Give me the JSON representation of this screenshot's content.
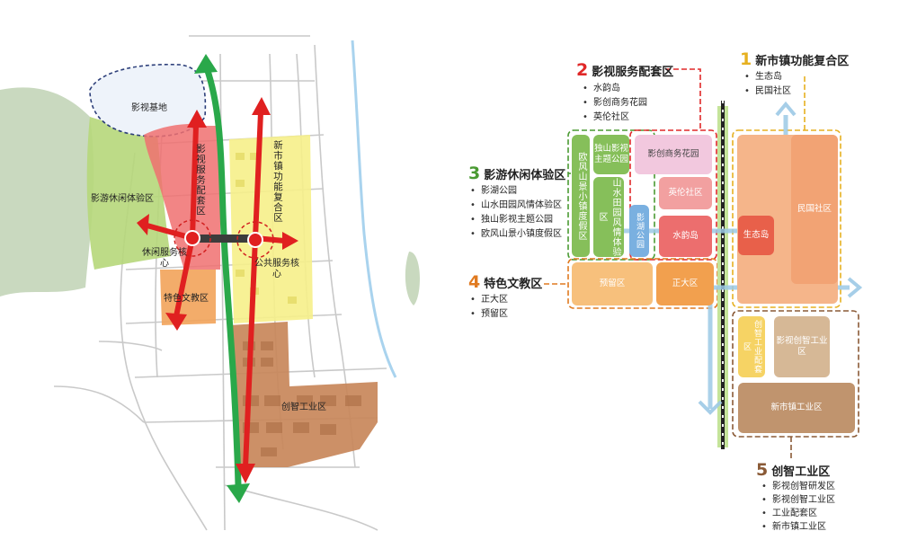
{
  "map": {
    "labels": {
      "film_base": "影视基地",
      "film_service": "影视服务配套区",
      "new_town": "新市镇功能复合区",
      "tourism_leisure": "影游休闲体验区",
      "leisure_core": "休闲服务核心",
      "public_core": "公共服务核心",
      "culture_edu": "特色文教区",
      "innovation_industry": "创智工业区"
    },
    "colors": {
      "film_service": "#f07070",
      "new_town": "#f6ef8a",
      "tourism": "#b6d77a",
      "culture_edu": "#f2a35a",
      "industry": "#c8875a",
      "green_axis": "#2aa84a",
      "red_axis": "#e02020"
    }
  },
  "diagram": {
    "sections": [
      {
        "num": "1",
        "num_color": "#e6b020",
        "title": "新市镇功能复合区",
        "items": [
          "生态岛",
          "民国社区"
        ]
      },
      {
        "num": "2",
        "num_color": "#e02828",
        "title": "影视服务配套区",
        "items": [
          "水韵岛",
          "影创商务花园",
          "英伦社区"
        ]
      },
      {
        "num": "3",
        "num_color": "#4a9a32",
        "title": "影游休闲体验区",
        "items": [
          "影湖公园",
          "山水田园风情体验区",
          "独山影视主题公园",
          "欧风山景小镇度假区"
        ]
      },
      {
        "num": "4",
        "num_color": "#e07a20",
        "title": "特色文教区",
        "items": [
          "正大区",
          "预留区"
        ]
      },
      {
        "num": "5",
        "num_color": "#8a5a36",
        "title": "创智工业区",
        "items": [
          "影视创智研发区",
          "影视创智工业区",
          "工业配套区",
          "新市镇工业区"
        ]
      }
    ],
    "zones": {
      "oufeng": "欧风山景小镇度假区",
      "dushan": "独山影视主题公园",
      "shanshui": "山水田园风情体验区",
      "yinghu": "影湖公园",
      "yingchuang": "影创商务花园",
      "yinglun": "英伦社区",
      "shuiyun": "水韵岛",
      "yuliu": "预留区",
      "zhengda": "正大区",
      "shengtai": "生态岛",
      "minguo": "民国社区",
      "chuangzhi_peitao": "创智工业配套区",
      "yingshi_gongye": "影视创智工业区",
      "xinshizhen_gongye": "新市镇工业区"
    }
  }
}
